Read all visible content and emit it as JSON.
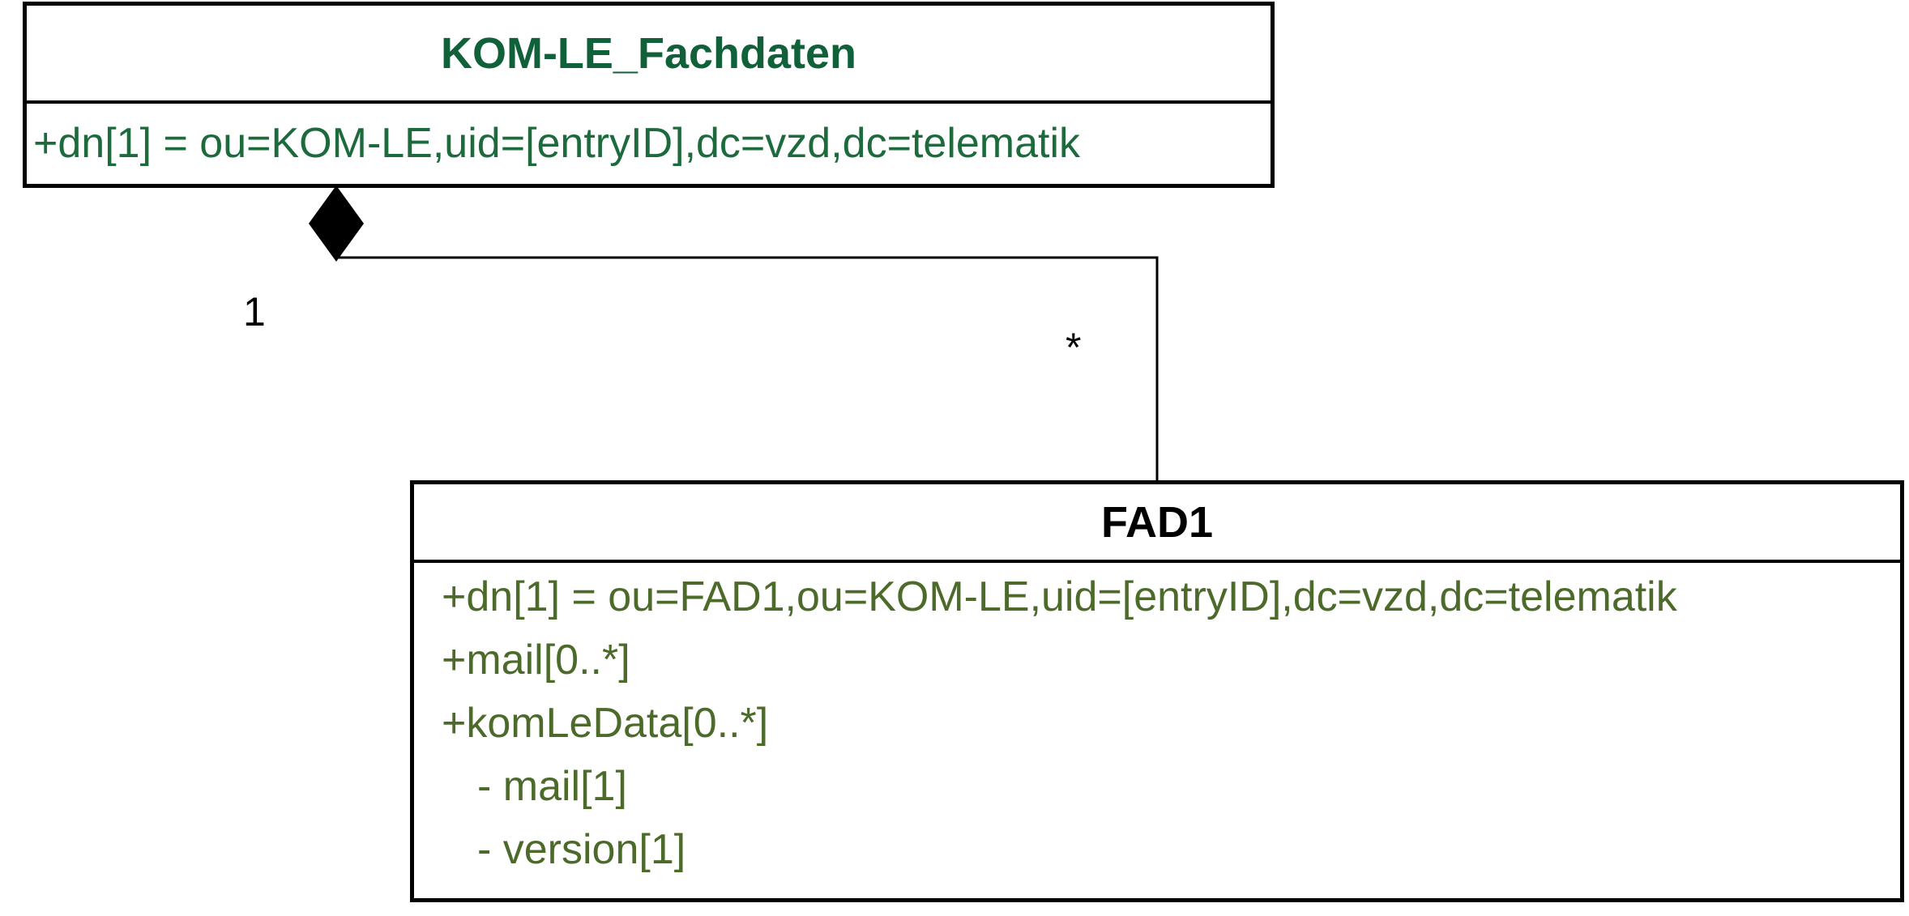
{
  "colors": {
    "kom_header": "#10603a",
    "kom_attribute": "#1d6b3c",
    "fad_header": "#000000",
    "fad_attribute": "#4c6a2a",
    "line": "#000000"
  },
  "classes": {
    "kom": {
      "name": "KOM-LE_Fachdaten",
      "attributes": [
        "+dn[1] = ou=KOM-LE,uid=[entryID],dc=vzd,dc=telematik"
      ]
    },
    "fad": {
      "name": "FAD1",
      "attributes": [
        "+dn[1] = ou=FAD1,ou=KOM-LE,uid=[entryID],dc=vzd,dc=telematik",
        "+mail[0..*]",
        "+komLeData[0..*]",
        "- mail[1]",
        "- version[1]"
      ]
    }
  },
  "association": {
    "type": "composition",
    "source_multiplicity": "1",
    "target_multiplicity": "*"
  }
}
